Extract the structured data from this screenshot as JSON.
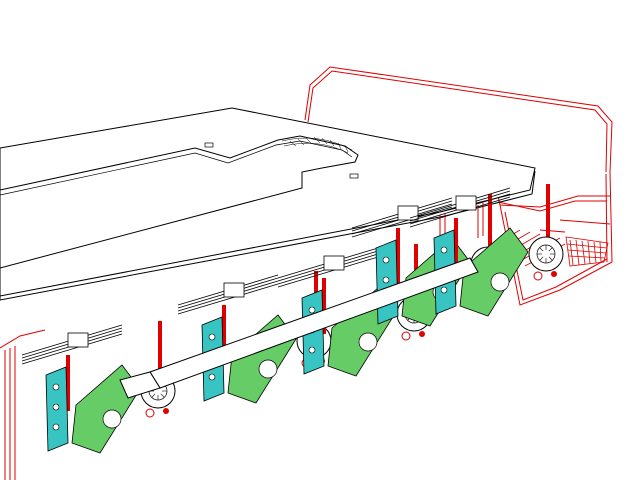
{
  "scene": {
    "colors": {
      "background": "#ffffff",
      "outline": "#000000",
      "frame": "#e00000",
      "leaf_spring": "#39c4c4",
      "wheel_arm": "#66cc66",
      "hub": "#ffffff"
    },
    "parts": {
      "deck": "deck-plate",
      "rear_hull": "rear-hull-outline",
      "grille": "rear-grille",
      "axles": [
        "axle-1",
        "axle-2",
        "axle-3",
        "axle-4",
        "axle-5"
      ]
    },
    "axle_count": 5
  }
}
